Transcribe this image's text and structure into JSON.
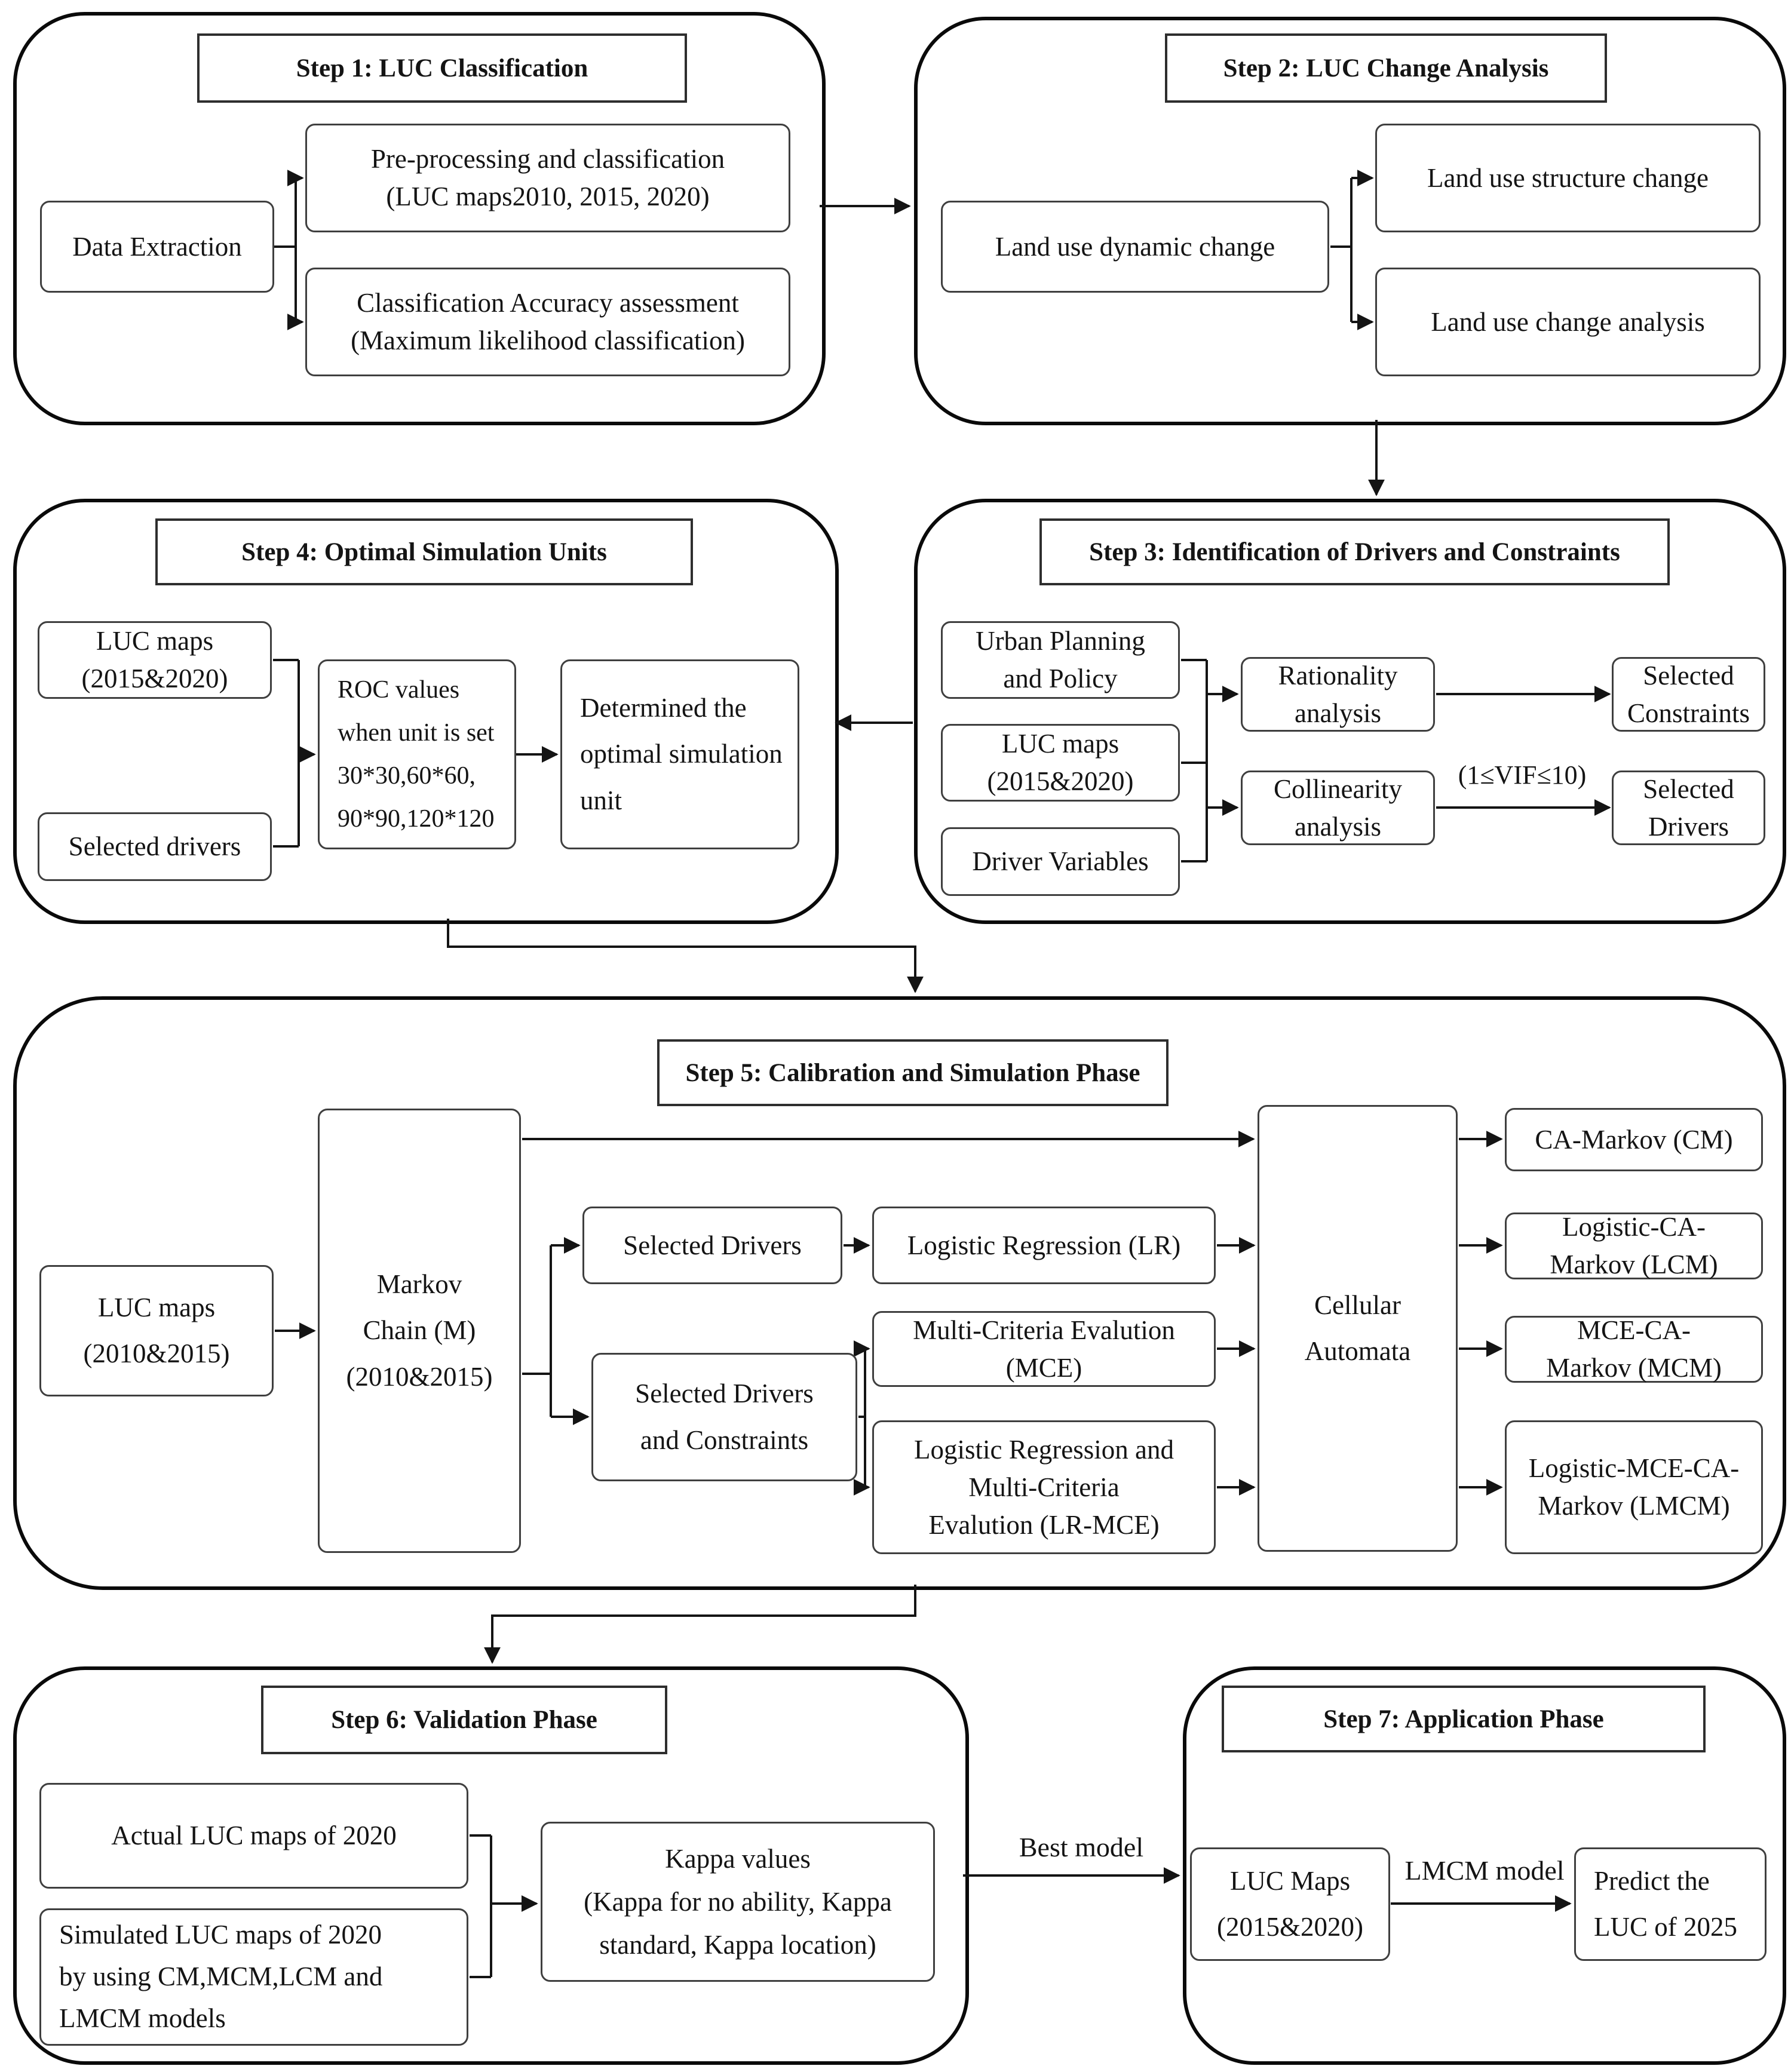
{
  "steps": {
    "step1": {
      "title": "Step 1: LUC Classification",
      "data_extraction": "Data Extraction",
      "preprocessing": "Pre-processing and classification\n(LUC maps2010, 2015, 2020)",
      "accuracy": "Classification Accuracy assessment\n(Maximum likelihood classification)"
    },
    "step2": {
      "title": "Step 2: LUC Change Analysis",
      "dynamic": "Land use dynamic change",
      "structure": "Land use structure change",
      "change_analysis": "Land use change analysis"
    },
    "step3": {
      "title": "Step 3: Identification of Drivers and Constraints",
      "urban_planning": "Urban Planning\nand Policy",
      "luc_maps": "LUC maps\n(2015&2020)",
      "driver_variables": "Driver Variables",
      "rationality": "Rationality\nanalysis",
      "collinearity": "Collinearity\nanalysis",
      "selected_constraints": "Selected\nConstraints",
      "selected_drivers": "Selected\nDrivers"
    },
    "step4": {
      "title": "Step 4: Optimal Simulation Units",
      "luc_maps": "LUC maps\n(2015&2020)",
      "selected_drivers": "Selected drivers",
      "roc": "ROC values\nwhen unit is set\n30*30,60*60,\n90*90,120*120",
      "determined": "Determined the\noptimal simulation\nunit"
    },
    "step5": {
      "title": "Step 5: Calibration and Simulation Phase",
      "luc_maps": "LUC maps\n(2010&2015)",
      "markov": "Markov\nChain (M)\n(2010&2015)",
      "selected_drivers": "Selected Drivers",
      "selected_drivers_constraints": "Selected Drivers\nand Constraints",
      "lr": "Logistic Regression (LR)",
      "mce": "Multi-Criteria Evalution\n(MCE)",
      "lr_mce": "Logistic Regression and\nMulti-Criteria\nEvalution (LR-MCE)",
      "ca": "Cellular\nAutomata",
      "cm": "CA-Markov (CM)",
      "lcm": "Logistic-CA-\nMarkov (LCM)",
      "mcm": "MCE-CA-\nMarkov (MCM)",
      "lmcm": "Logistic-MCE-CA-\nMarkov (LMCM)"
    },
    "step6": {
      "title": "Step 6: Validation Phase",
      "actual": "Actual LUC maps of 2020",
      "simulated": "Simulated LUC maps of 2020\nby using CM,MCM,LCM and\nLMCM models",
      "kappa": "Kappa values\n(Kappa for no ability, Kappa\nstandard, Kappa location)"
    },
    "step7": {
      "title": "Step 7: Application Phase",
      "luc_maps": "LUC Maps\n(2015&2020)",
      "predict": "Predict the\nLUC of 2025"
    }
  },
  "labels": {
    "vif": "(1≤VIF≤10)",
    "best_model": "Best model",
    "lmcm_model": "LMCM model"
  },
  "colors": {
    "ink": "#141414",
    "panel_border": "#0a0a0a",
    "box_border": "#3f3f3f",
    "background": "#ffffff"
  }
}
